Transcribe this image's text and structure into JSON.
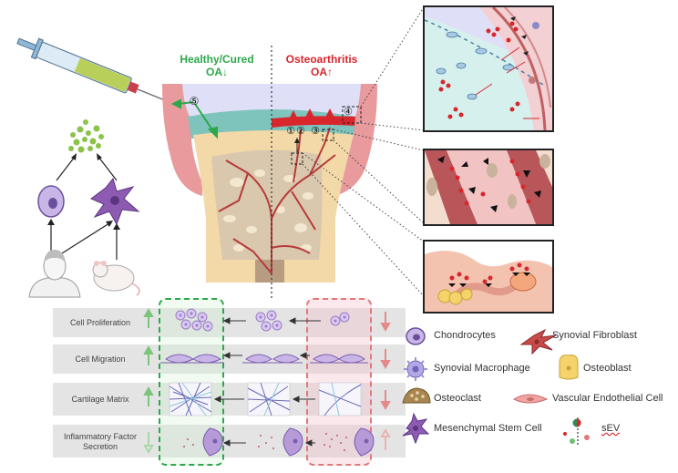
{
  "headers": {
    "healthy": "Healthy/Cured",
    "healthy_sub": "OA↓",
    "oa": "Osteoarthritis",
    "oa_sub": "OA↑"
  },
  "markers": {
    "m1": "①",
    "m2": "②",
    "m3": "③",
    "m4": "④",
    "m5": "⑤"
  },
  "rows": [
    {
      "label": "Cell Proliferation",
      "trend_left": "up",
      "trend_right": "down"
    },
    {
      "label": "Cell Migration",
      "trend_left": "up",
      "trend_right": "down"
    },
    {
      "label": "Cartilage Matrix",
      "trend_left": "up",
      "trend_right": "down"
    },
    {
      "label": "Inflammatory Factor Secretion",
      "trend_left": "down",
      "trend_right": "up"
    }
  ],
  "legend": {
    "chondrocytes": "Chondrocytes",
    "synovial_fibroblast": "Synovial Fibroblast",
    "synovial_macrophage": "Synovial Macrophage",
    "osteoblast": "Osteoblast",
    "osteoclast": "Osteoclast",
    "vascular_endothelial": "Vascular Endothelial Cell",
    "msc": "Mesenchymal Stem Cell",
    "sev": "sEV"
  },
  "colors": {
    "healthy_green": "#2ca84a",
    "oa_red": "#d8262c",
    "cell_purple": "#a78bd4",
    "vessel_red": "#b83a3a",
    "bone_tan": "#f3d9a7",
    "cartilage_teal": "#7fc3bd"
  }
}
